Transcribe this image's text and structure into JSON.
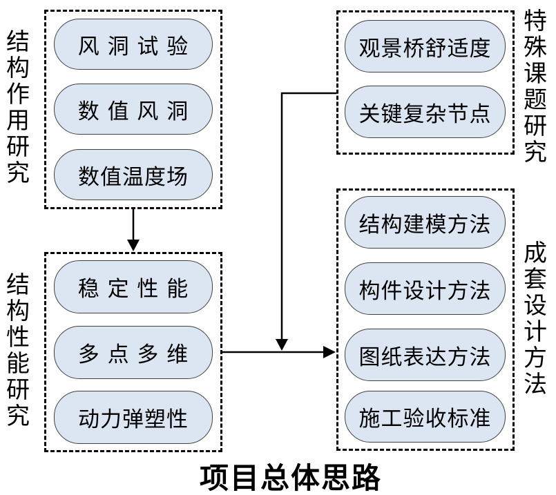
{
  "title": "项目总体思路",
  "colors": {
    "background": "#ffffff",
    "pill_fill": "#dce6f2",
    "pill_border": "#404040",
    "box_border": "#000000",
    "arrow": "#000000",
    "text": "#000000"
  },
  "groups": [
    {
      "id": "structural-action-research",
      "label": "结构作用研究",
      "label_side": "left",
      "items": [
        "风 洞 试 验",
        "数 值 风 洞",
        "数值温度场"
      ]
    },
    {
      "id": "special-topics-research",
      "label": "特殊课题研究",
      "label_side": "right",
      "items": [
        "观景桥舒适度",
        "关键复杂节点"
      ]
    },
    {
      "id": "structural-performance-research",
      "label": "结构性能研究",
      "label_side": "left",
      "items": [
        "稳 定 性 能",
        "多 点 多 维",
        "动力弹塑性"
      ]
    },
    {
      "id": "complete-design-method",
      "label": "成套设计方法",
      "label_side": "right",
      "items": [
        "结构建模方法",
        "构件设计方法",
        "图纸表达方法",
        "施工验收标准"
      ]
    }
  ],
  "connections": [
    {
      "from": "structural-action-research",
      "to": "structural-performance-research",
      "type": "arrow-down"
    },
    {
      "from": "structural-performance-research",
      "to": "complete-design-method",
      "type": "arrow-right"
    },
    {
      "from": "special-topics-research",
      "to": "arrow-right-junction",
      "type": "elbow-arrow-down"
    }
  ]
}
